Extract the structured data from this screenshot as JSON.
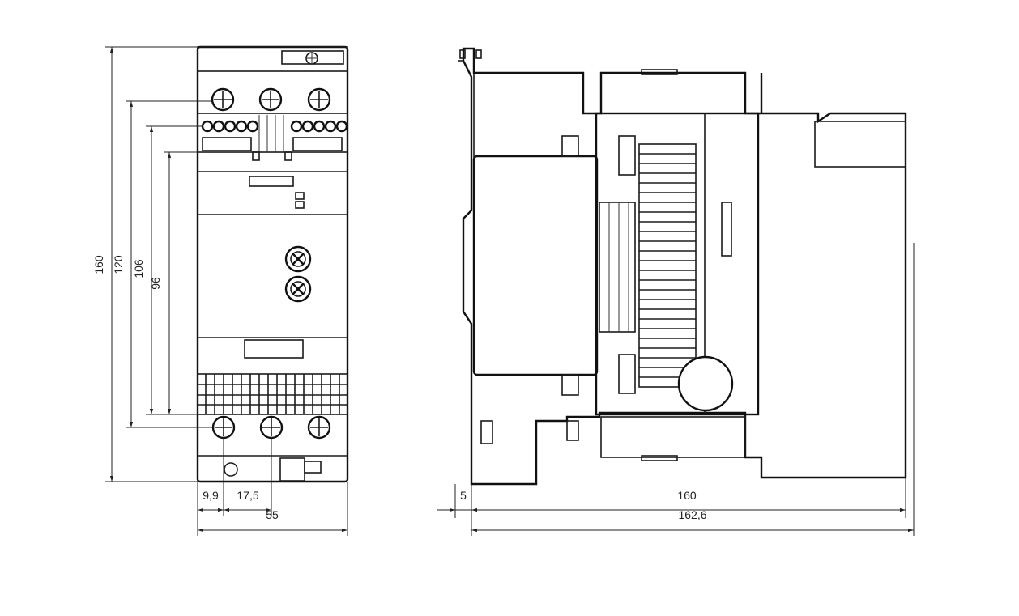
{
  "front_view": {
    "dimensions": {
      "total_height": "160",
      "height_120": "120",
      "height_106": "106",
      "height_96": "96",
      "offset_9_9": "9,9",
      "pitch_17_5": "17,5",
      "width": "55"
    }
  },
  "side_view": {
    "dimensions": {
      "rail_offset": "5",
      "depth_160": "160",
      "depth_162_6": "162,6"
    }
  }
}
